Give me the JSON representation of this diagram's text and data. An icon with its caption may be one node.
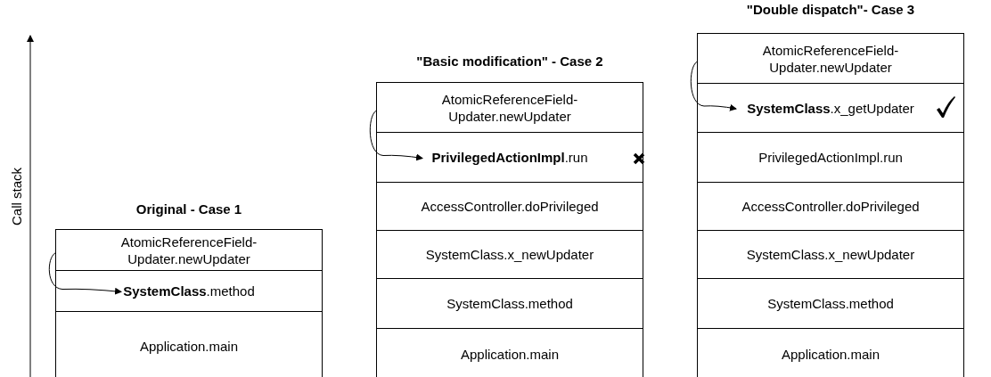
{
  "diagram": {
    "nodes": [
      {
        "text": [
          "AtomicReferenceField- Updater.newUpdater"
        ]
      },
      {
        "text": [
          "**SystemClass**.method"
        ]
      },
      {
        "text": [
          "Application.main"
        ]
      },
      {
        "text": [
          "AtomicReferenceField- Updater.newUpdater"
        ]
      },
      {
        "text": [
          "**PrivilegedActionImpl**.run"
        ]
      },
      {
        "text": [
          "AccessController.doPrivileged"
        ]
      },
      {
        "text": [
          "SystemClass.x_newUpdater"
        ]
      },
      {
        "text": [
          "SystemClass.method"
        ]
      },
      {
        "text": [
          "Application.main"
        ]
      },
      {
        "text": [
          "AtomicReferenceField- Updater.newUpdater"
        ]
      },
      {
        "text": [
          "**SystemClass**.x_getUpdater"
        ]
      },
      {
        "text": [
          "PrivilegedActionImpl.run"
        ]
      },
      {
        "text": [
          "AccessController.doPrivileged"
        ]
      },
      {
        "text": [
          "SystemClass.x_newUpdater"
        ]
      },
      {
        "text": [
          "SystemClass.method"
        ]
      },
      {
        "text": [
          "Application.main"
        ]
      }
    ],
    "edges": [
      {
        "from": 0,
        "to": 1,
        "arrow": "to"
      },
      {
        "from": 3,
        "to": 4,
        "arrow": "to"
      },
      {
        "from": 9,
        "to": 10,
        "arrow": "to"
      }
    ],
    "labels": [
      "\"Double dispatch\"- Case 3",
      "\"Basic modification\" - Case 2",
      "Call stack",
      "Original - Case 1"
    ]
  }
}
